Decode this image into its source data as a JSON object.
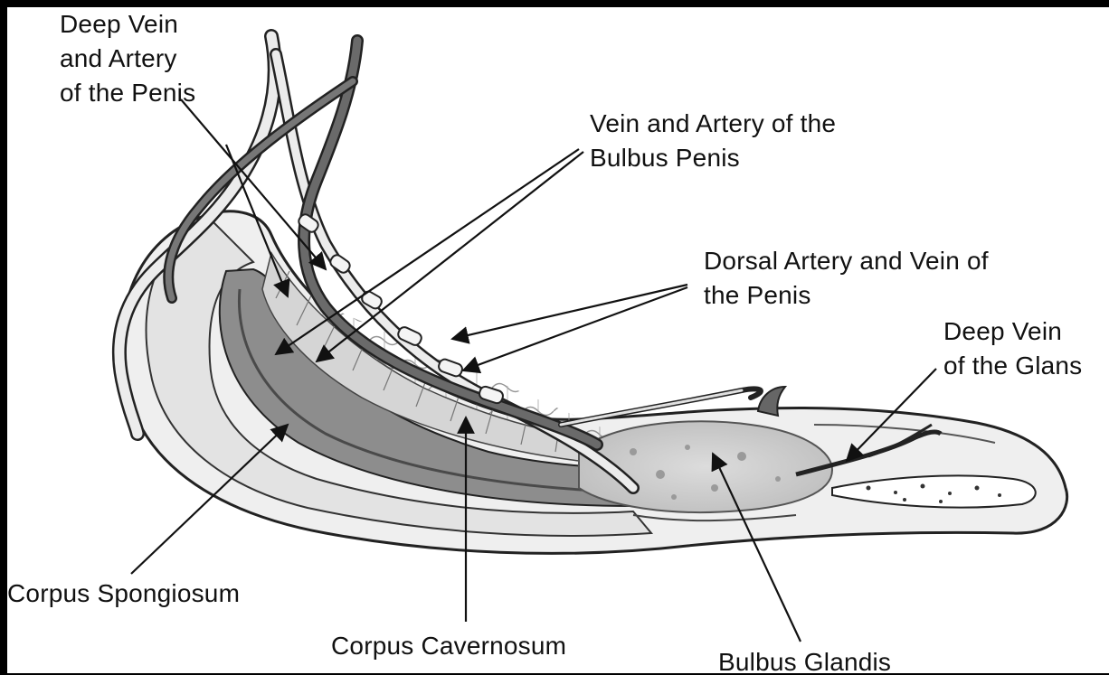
{
  "diagram": {
    "labels": {
      "deep_vein_artery": [
        "Deep Vein",
        "and Artery",
        "of the Penis"
      ],
      "bulbus_penis_vessels": [
        "Vein and Artery of the",
        "Bulbus Penis"
      ],
      "dorsal_artery_vein": [
        "Dorsal Artery and Vein of",
        "the Penis"
      ],
      "deep_vein_glans": [
        "Deep Vein",
        "of the Glans"
      ],
      "corpus_spongiosum": "Corpus Spongiosum",
      "corpus_cavernosum": "Corpus Cavernosum",
      "bulbus_glandis": "Bulbus Glandis"
    }
  }
}
